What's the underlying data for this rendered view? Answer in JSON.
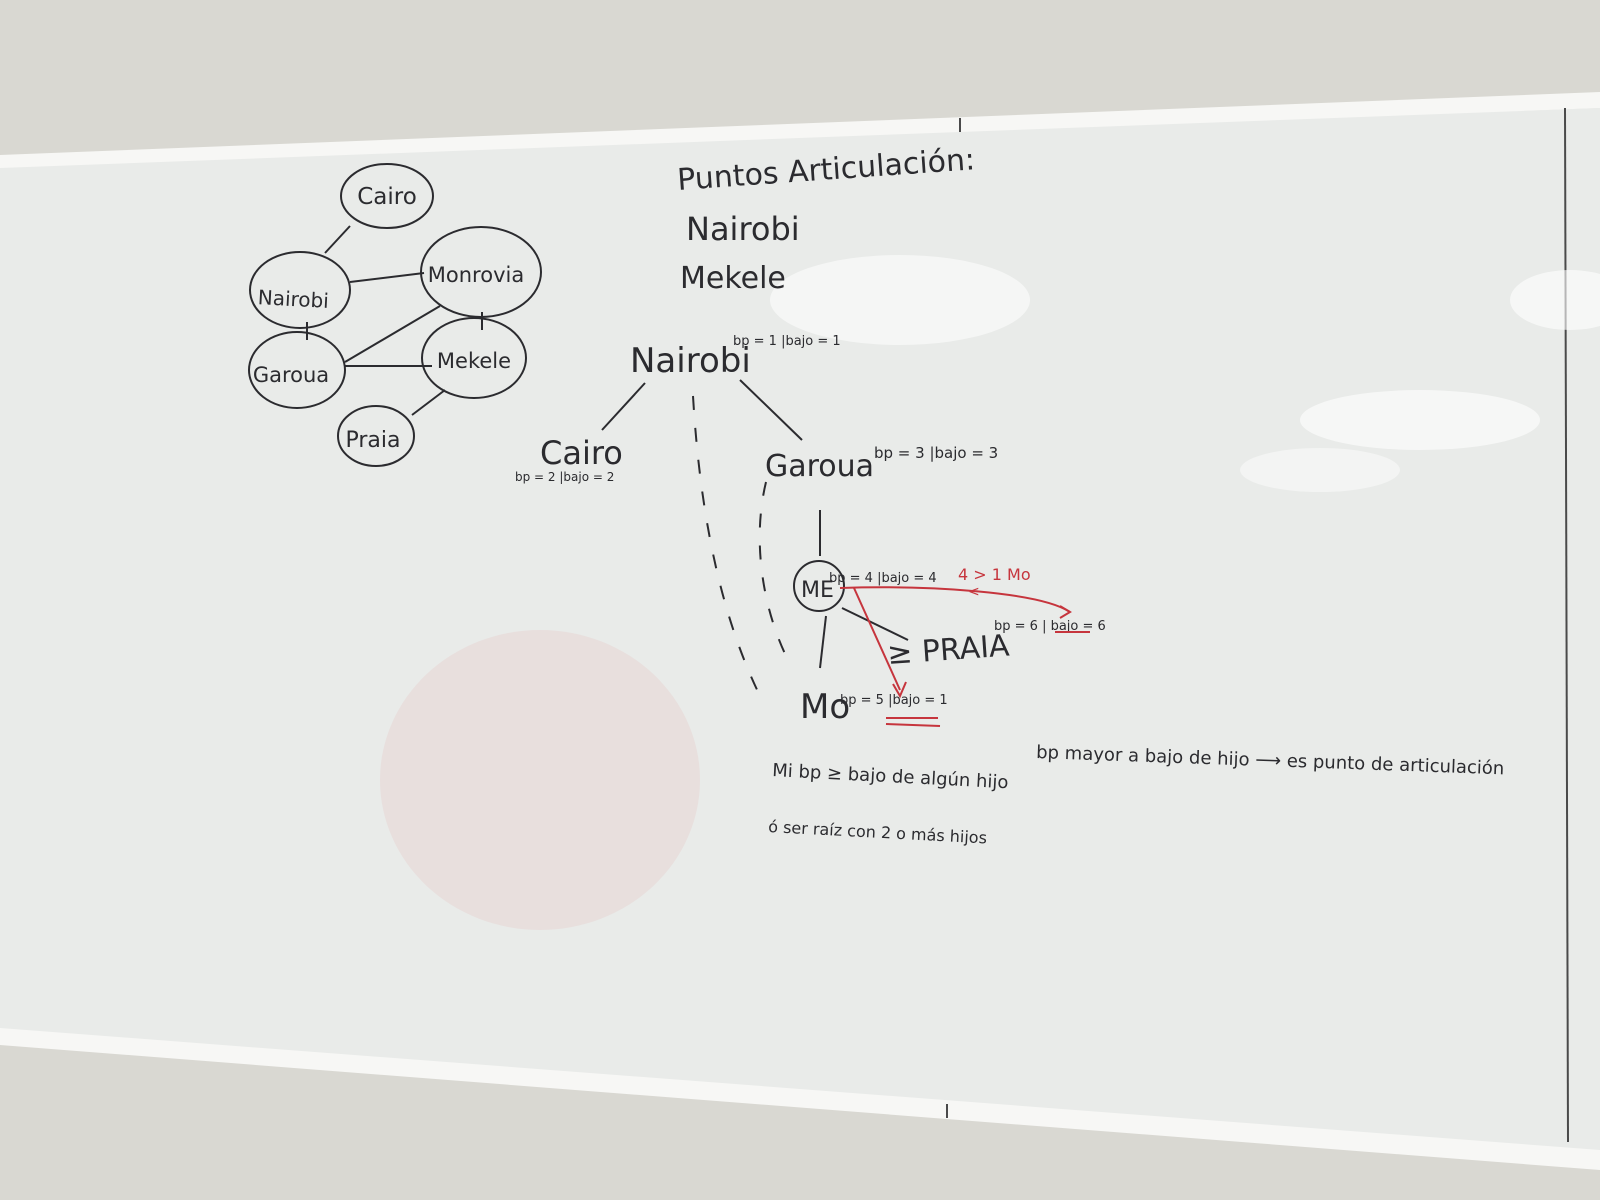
{
  "board": {
    "wall_color": "#d9d8d2",
    "board_color": "#e9ebe9",
    "frame_color": "#f7f7f5",
    "ink_black": "#2b2b2f",
    "ink_red": "#c6353d"
  },
  "graph": {
    "nodes": {
      "cairo": "Cairo",
      "nairobi": "Nairobi",
      "monrovia": "Monrovia",
      "garoua": "Garoua",
      "mekele": "Mekele",
      "praia": "Praia"
    }
  },
  "heading": {
    "title": "Puntos Articulación:",
    "items": [
      "Nairobi",
      "Mekele"
    ]
  },
  "tree": {
    "root": "Nairobi",
    "root_meta": "bp = 1  |bajo = 1",
    "cairo": "Cairo",
    "cairo_meta": "bp = 2  |bajo = 2",
    "garoua": "Garoua",
    "garoua_meta": "bp = 3 |bajo = 3",
    "me": "ME",
    "me_meta": "bp = 4  |bajo = 4",
    "mo": "Mo",
    "mo_meta": "bp = 5 |bajo = 1",
    "praia": "≥ PRAIA",
    "praia_meta": "bp = 6 | bajo = 6",
    "compare": "4 > 1 Mo",
    "compare_mark": "<"
  },
  "notes": {
    "rule_1": "bp mayor a bajo de hijo ⟶ es punto de articulación",
    "rule_2": "Mi bp ≥ bajo de algún hijo",
    "rule_3": "ó ser raíz con 2 o más hijos"
  }
}
